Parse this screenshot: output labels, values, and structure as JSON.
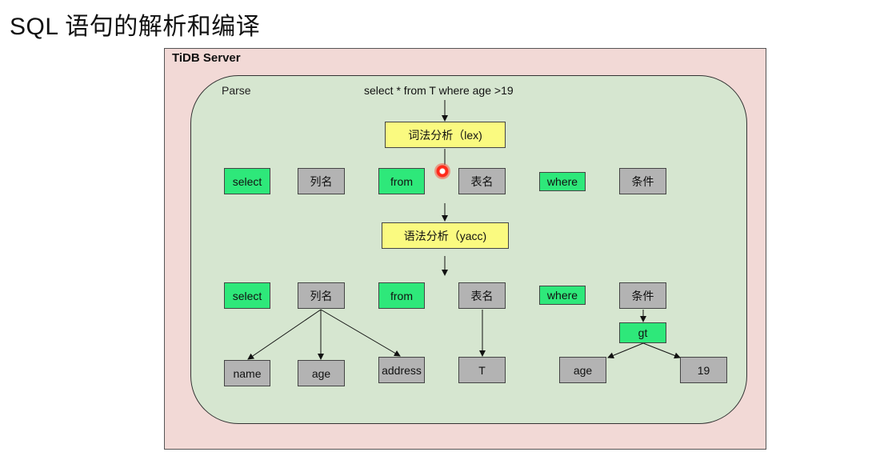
{
  "page": {
    "title": "SQL 语句的解析和编译"
  },
  "diagram": {
    "server_label": "TiDB Server",
    "parse_label": "Parse",
    "sql_text": "select * from T where age >19",
    "lex_label": "词法分析（lex)",
    "yacc_label": "语法分析（yacc)",
    "tokens": [
      "select",
      "列名",
      "from",
      "表名",
      "where",
      "条件"
    ],
    "tree_row": [
      "select",
      "列名",
      "from",
      "表名",
      "where",
      "条件"
    ],
    "gt": "gt",
    "columns": [
      "name",
      "age",
      "address"
    ],
    "table": "T",
    "cond_left": "age",
    "cond_right": "19"
  },
  "colors": {
    "keyword": "#2ee87a",
    "identifier": "#b3b3b3",
    "stage": "#fafa80",
    "server_bg": "#f2d9d6",
    "parse_bg": "#d6e6d0",
    "cursor": "#ff2a1a"
  }
}
